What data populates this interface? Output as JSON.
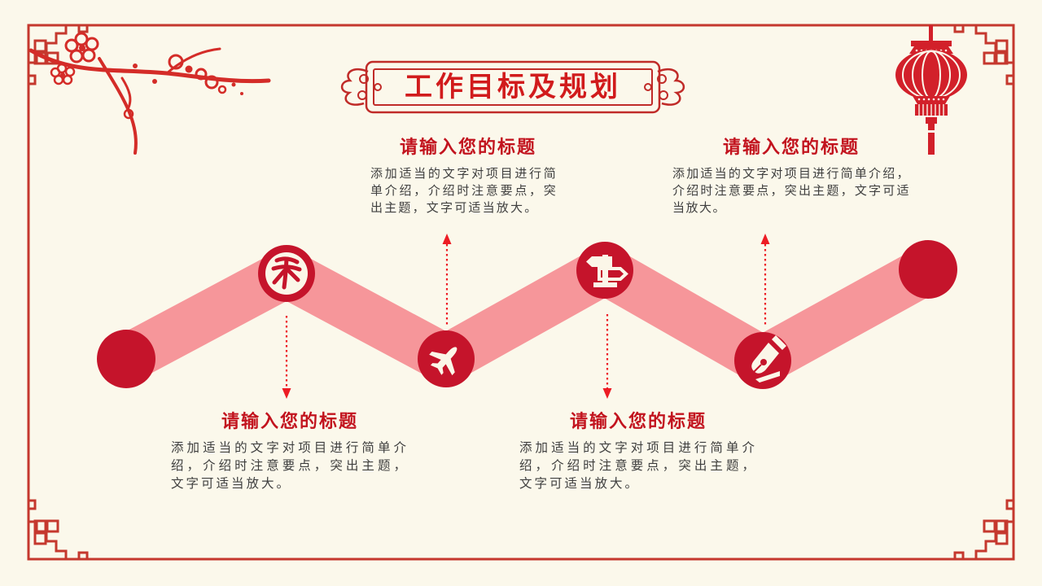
{
  "slide": {
    "background_color": "#FBF8EB",
    "frame_color": "#C5382E",
    "type": "presentation-slide"
  },
  "header": {
    "title": "工作目标及规划",
    "title_color": "#D11B1C",
    "banner_border_color": "#C02B28"
  },
  "decorations": {
    "top_left": "plum-blossom-branch",
    "top_right": "red-lantern",
    "corners": "chinese-fret-corner-ornament"
  },
  "timeline": {
    "ribbon_color": "#F6969A",
    "node_color": "#C5142B",
    "icon_color": "#FBF6E8",
    "arrow_color": "#ED1C24",
    "nodes": [
      {
        "icon": "tea-seal-icon"
      },
      {
        "icon": "airplane-icon"
      },
      {
        "icon": "signpost-icon"
      },
      {
        "icon": "pen-nib-icon"
      }
    ]
  },
  "sections": [
    {
      "title": "请输入您的标题",
      "body": "添加适当的文字对项目进行简单介绍，介绍时注意要点，突出主题，文字可适当放大。"
    },
    {
      "title": "请输入您的标题",
      "body": "添加适当的文字对项目进行简单介绍，介绍时注意要点，突出主题，文字可适当放大。"
    },
    {
      "title": "请输入您的标题",
      "body": "添加适当的文字对项目进行简单介绍，介绍时注意要点，突出主题，文字可适当放大。"
    },
    {
      "title": "请输入您的标题",
      "body": "添加适当的文字对项目进行简单介绍，介绍时注意要点，突出主题，文字可适当放大。"
    }
  ],
  "text_colors": {
    "section_title": "#C2131E",
    "body": "#3F3F3F"
  }
}
